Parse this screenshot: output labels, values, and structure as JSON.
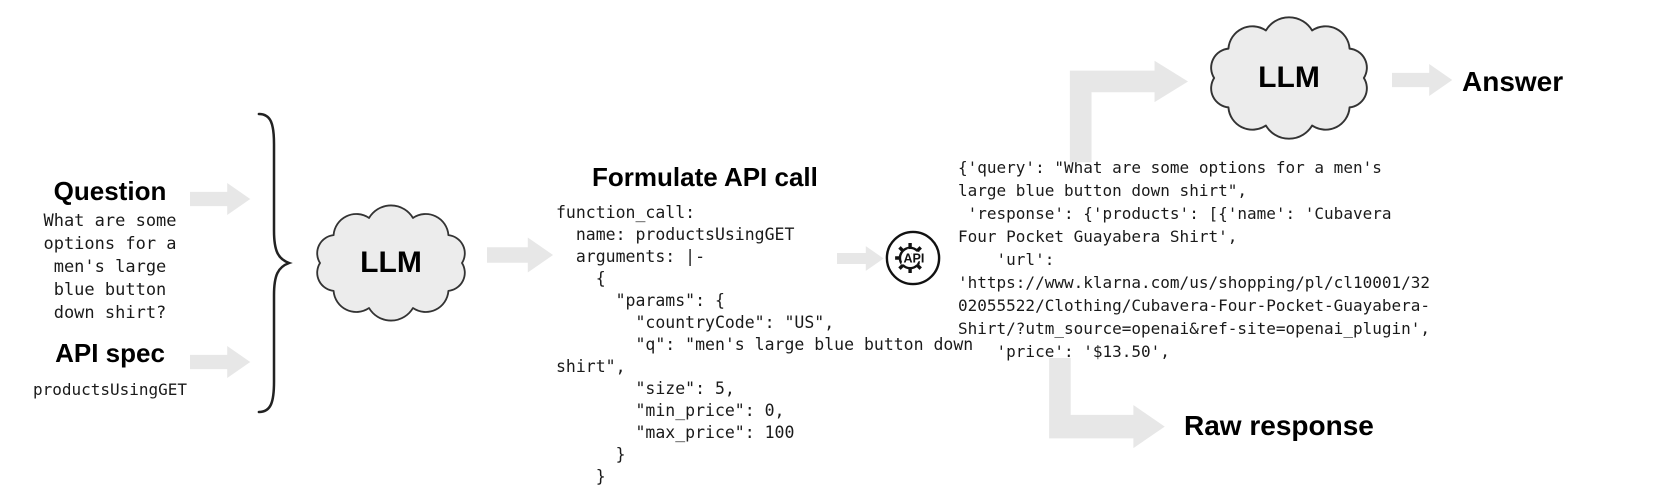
{
  "colors": {
    "arrow_fill": "#e7e7e7",
    "cloud_fill": "#ececec",
    "cloud_stroke": "#333333",
    "text": "#1a1a1a"
  },
  "inputs": {
    "question_label": "Question",
    "question_text": "What are some\noptions for a\nmen's large\nblue button\ndown shirt?",
    "api_spec_label": "API spec",
    "api_spec_value": "productsUsingGET"
  },
  "llm_left": {
    "label": "LLM"
  },
  "formulate": {
    "title": "Formulate API call",
    "code": "function_call:\n  name: productsUsingGET\n  arguments: |-\n    {\n      \"params\": {\n        \"countryCode\": \"US\",\n        \"q\": \"men's large blue button down\nshirt\",\n        \"size\": 5,\n        \"min_price\": 0,\n        \"max_price\": 100\n      }\n    }"
  },
  "api_icon": {
    "label": "API"
  },
  "response": {
    "text": "{'query': \"What are some options for a men's\nlarge blue button down shirt\",\n 'response': {'products': [{'name': 'Cubavera\nFour Pocket Guayabera Shirt',\n    'url':\n'https://www.klarna.com/us/shopping/pl/cl10001/32\n02055522/Clothing/Cubavera-Four-Pocket-Guayabera-\nShirt/?utm_source=openai&ref-site=openai_plugin',\n    'price': '$13.50',"
  },
  "llm_top": {
    "label": "LLM"
  },
  "outputs": {
    "answer_label": "Answer",
    "raw_response_label": "Raw response"
  }
}
